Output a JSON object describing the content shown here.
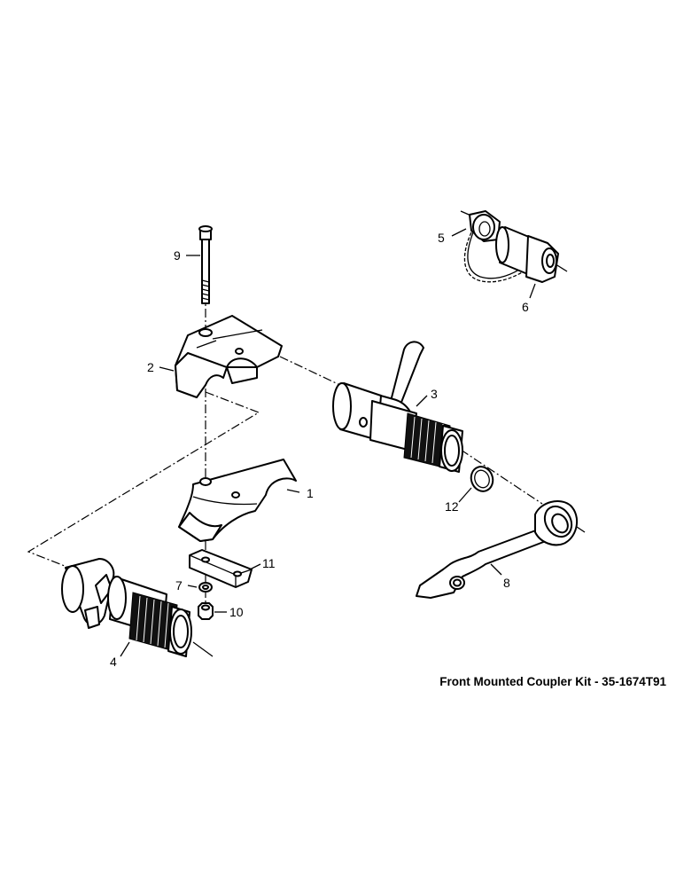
{
  "caption": "Front Mounted Coupler Kit - 35-1674T91",
  "callouts": [
    "1",
    "2",
    "3",
    "4",
    "5",
    "6",
    "7",
    "8",
    "9",
    "10",
    "11",
    "12"
  ]
}
